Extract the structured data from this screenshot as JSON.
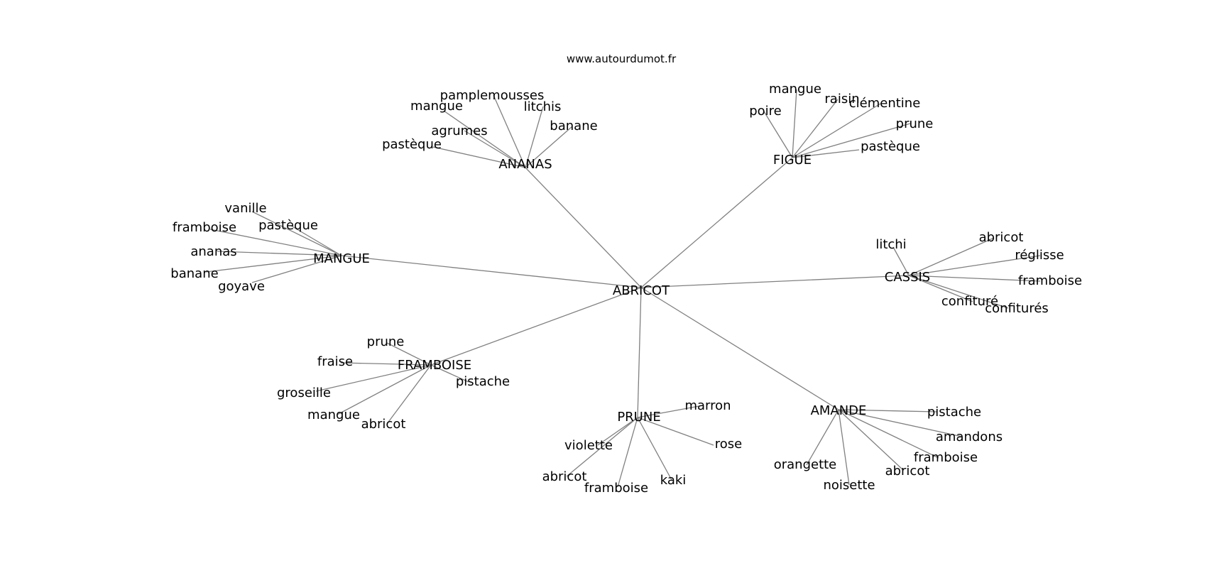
{
  "credit": "www.autourdumot.fr",
  "root": {
    "label": "ABRICOT"
  },
  "clusters": [
    {
      "label": "ANANAS",
      "leaves": [
        "pamplemousses",
        "mangue",
        "litchis",
        "banane",
        "agrumes",
        "pastèque"
      ]
    },
    {
      "label": "FIGUE",
      "leaves": [
        "mangue",
        "raisin",
        "clémentine",
        "poire",
        "prune",
        "pastèque"
      ]
    },
    {
      "label": "MANGUE",
      "leaves": [
        "vanille",
        "framboise",
        "pastèque",
        "ananas",
        "banane",
        "goyave"
      ]
    },
    {
      "label": "CASSIS",
      "leaves": [
        "litchi",
        "abricot",
        "réglisse",
        "framboise",
        "confituré",
        "confiturés"
      ]
    },
    {
      "label": "FRAMBOISE",
      "leaves": [
        "prune",
        "fraise",
        "pistache",
        "groseille",
        "mangue",
        "abricot"
      ]
    },
    {
      "label": "PRUNE",
      "leaves": [
        "marron",
        "violette",
        "rose",
        "abricot",
        "framboise",
        "kaki"
      ]
    },
    {
      "label": "AMANDE",
      "leaves": [
        "pistache",
        "amandons",
        "framboise",
        "orangette",
        "abricot",
        "noisette"
      ]
    }
  ]
}
